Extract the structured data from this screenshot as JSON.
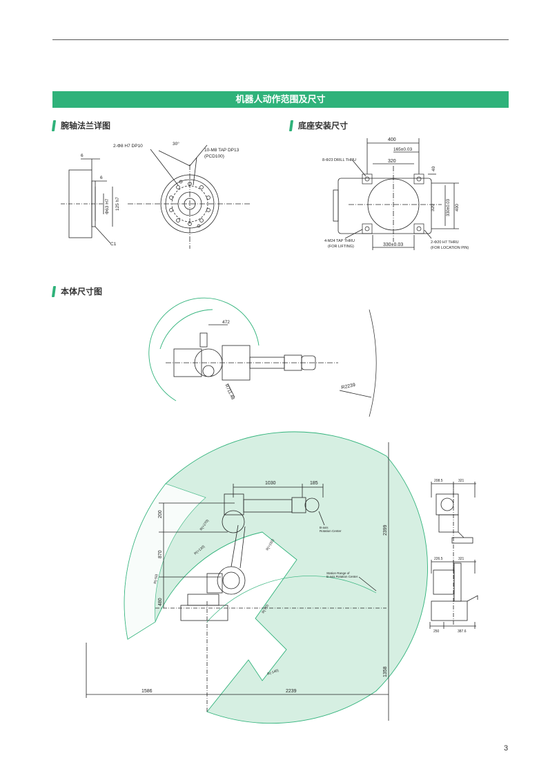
{
  "header": {
    "banner_title": "机器人动作范围及尺寸"
  },
  "sections": {
    "wrist_flange": "腕轴法兰详图",
    "base_mount": "底座安装尺寸",
    "body_dims": "本体尺寸图"
  },
  "wrist_flange_labels": {
    "dim_6_top": "6",
    "dim_6_inner": "6",
    "h7_63": "Φ63 H7",
    "h7_125": "125 h7",
    "c1": "C1",
    "angle": "30°",
    "pin_hole": "2-Φ8 H7 DP10",
    "tap_hole": "10-M8 TAP DP13",
    "pcd": "(PCD100)"
  },
  "base_mount_labels": {
    "w400": "400",
    "w165": "165±0.03",
    "w320": "320",
    "drill": "8-Φ23 DRILL THRU",
    "h40": "40",
    "h320": "320",
    "h330": "330±0.03",
    "h400": "400",
    "lift_tap": "4-M24 TAP THRU",
    "lift_note": "(FOR LIFTING)",
    "w330": "330±0.03",
    "pin_thru": "2-Φ20 H7 THRU",
    "pin_note": "(FOR LOCATION PIN)"
  },
  "top_view_labels": {
    "d472": "472",
    "r711": "R711.48",
    "r2239": "R2239"
  },
  "side_view_labels": {
    "d1030": "1030",
    "d185": "185",
    "d200": "200",
    "d870": "870",
    "d480": "480",
    "d2399": "2399",
    "d1358": "1358",
    "d1586": "1586",
    "d2239": "2239",
    "b_axis_center": "B-axis",
    "b_axis_center2": "Rotation Center",
    "station_range": "Station Range of",
    "station_range2": "B-axis Rotation Center",
    "r_minus50": "R(-50)",
    "r_plus270": "R(+270)",
    "r_plus130": "R(+130)",
    "r_plus150": "R(+150)",
    "r_minus80": "R(-80)",
    "r_minus140": "R(-140)"
  },
  "front_view_labels": {
    "f208": "208.5",
    "f321a": "321",
    "f226": "226.5",
    "f321b": "321",
    "f250": "250",
    "f387": "387.6"
  },
  "page_number": "3"
}
